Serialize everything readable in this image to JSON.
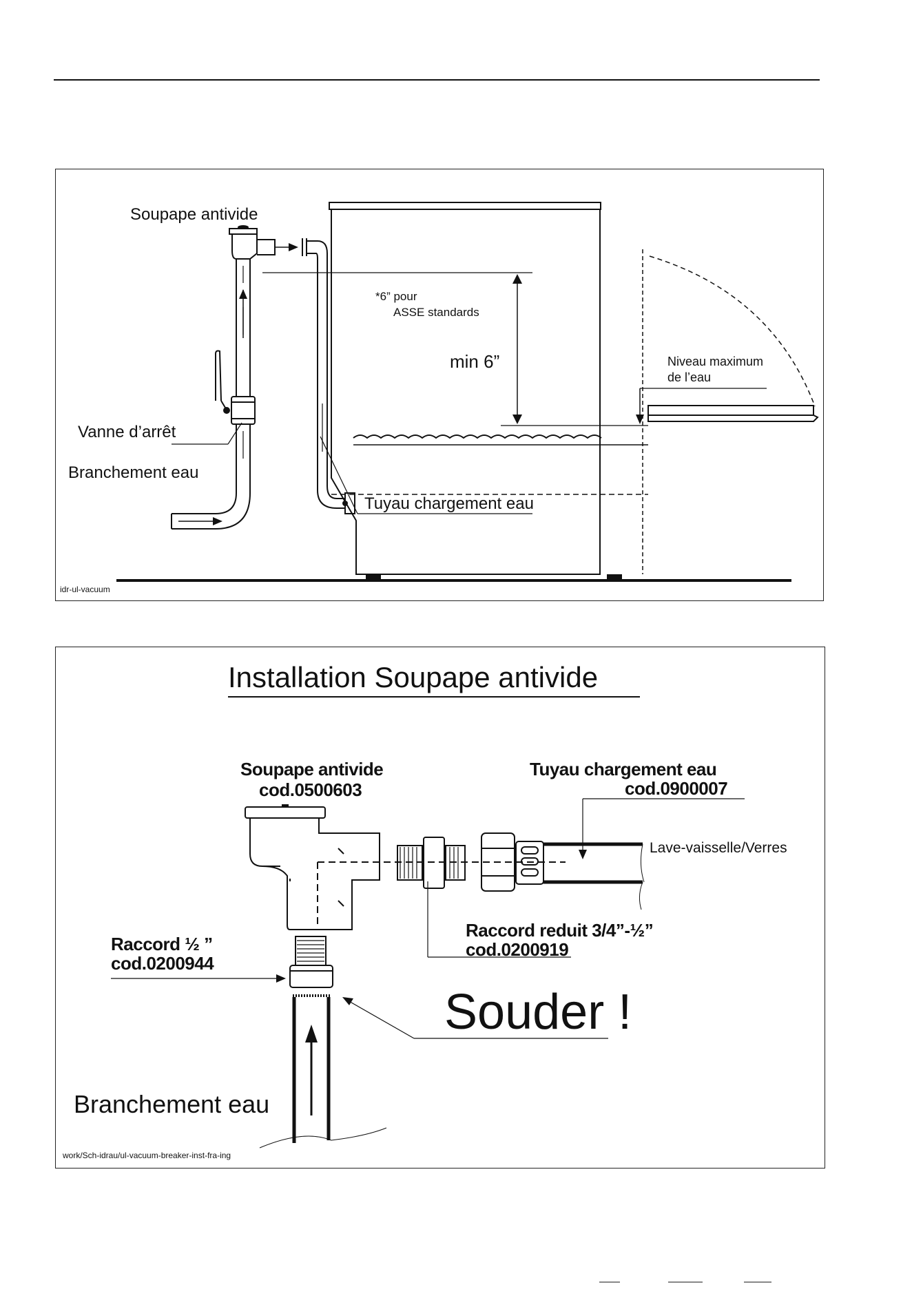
{
  "diagram1": {
    "labels": {
      "vacuum_valve": "Soupape antivide",
      "asse_note_line1": "*6” pour",
      "asse_note_line2": "ASSE standards",
      "min_height": "min 6”",
      "max_water_line1": "Niveau maximum",
      "max_water_line2": "de l’eau",
      "shutoff_valve": "Vanne d’arrêt",
      "water_connection": "Branchement eau",
      "fill_hose": "Tuyau chargement eau",
      "file_ref": "idr-ul-vacuum"
    }
  },
  "diagram2": {
    "title": "Installation Soupape antivide",
    "labels": {
      "vacuum_valve": "Soupape  antivide",
      "vacuum_valve_code": "cod.0500603",
      "fill_hose": "Tuyau  chargement  eau",
      "fill_hose_code": "cod.0900007",
      "dishwasher": "Lave-vaisselle/Verres",
      "fitting_half": "Raccord  ½  ”",
      "fitting_half_code": "cod.0200944",
      "reducer": "Raccord  reduit  3/4”-½”",
      "reducer_code": "cod.0200919",
      "weld": "Souder !",
      "water_connection": "Branchement eau",
      "file_ref": "work/Sch-idrau/ul-vacuum-breaker-inst-fra-ing"
    }
  }
}
